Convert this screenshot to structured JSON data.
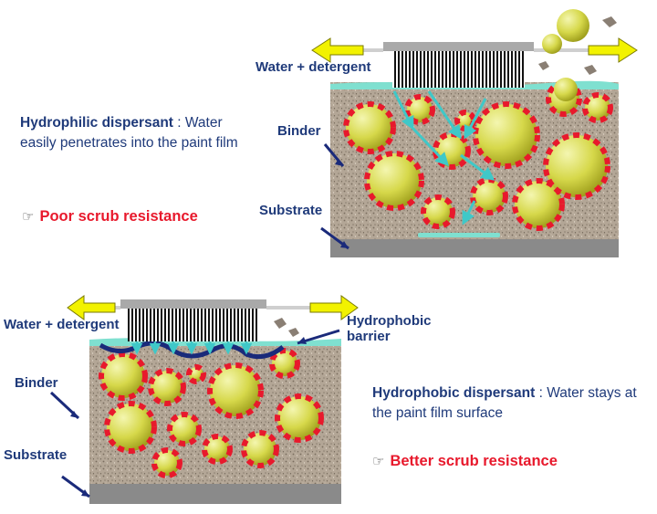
{
  "top": {
    "water_label": "Water + detergent",
    "binder_label": "Binder",
    "substrate_label": "Substrate",
    "dispersant_title": "Hydrophilic dispersant",
    "dispersant_text": " : Water easily penetrates into the paint film",
    "result_text": "Poor scrub resistance"
  },
  "bottom": {
    "water_label": "Water + detergent",
    "barrier_label_line1": "Hydrophobic",
    "barrier_label_line2": "barrier",
    "binder_label": "Binder",
    "substrate_label": "Substrate",
    "dispersant_title": "Hydrophobic dispersant",
    "dispersant_text": " : Water stays at the paint film surface",
    "result_text": "Better scrub resistance"
  },
  "colors": {
    "label_blue": "#1f3a7a",
    "result_red": "#e8192c",
    "pigment_yellow": "#d6d84a",
    "dispersant_red": "#e8192c",
    "water_cyan": "#7fe0d0",
    "arrow_yellow": "#f2f200",
    "substrate_gray": "#8a8a8a",
    "barrier_navy": "#1a2a7a"
  },
  "icons": [
    "pointing-hand-icon",
    "scrub-brush-icon",
    "arrow-left-icon",
    "arrow-right-icon"
  ]
}
